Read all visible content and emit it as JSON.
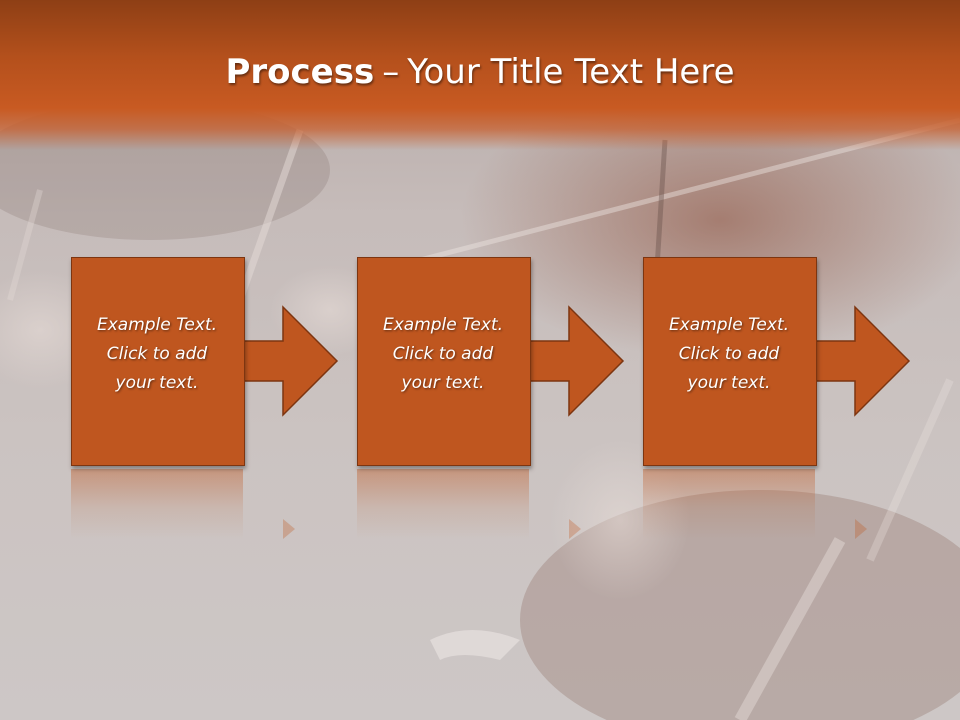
{
  "slide": {
    "title_bold": "Process",
    "title_separator": "–",
    "title_rest": "Your Title Text Here"
  },
  "steps": [
    {
      "lines": [
        "Example Text.",
        "Click  to add",
        "your text."
      ]
    },
    {
      "lines": [
        "Example Text.",
        "Click  to add",
        "your text."
      ]
    },
    {
      "lines": [
        "Example Text.",
        "Click  to add",
        "your text."
      ]
    }
  ],
  "colors": {
    "header": "#c85a22",
    "box_fill": "#bf561f",
    "box_border": "#7d3510",
    "text": "#ffffff"
  }
}
